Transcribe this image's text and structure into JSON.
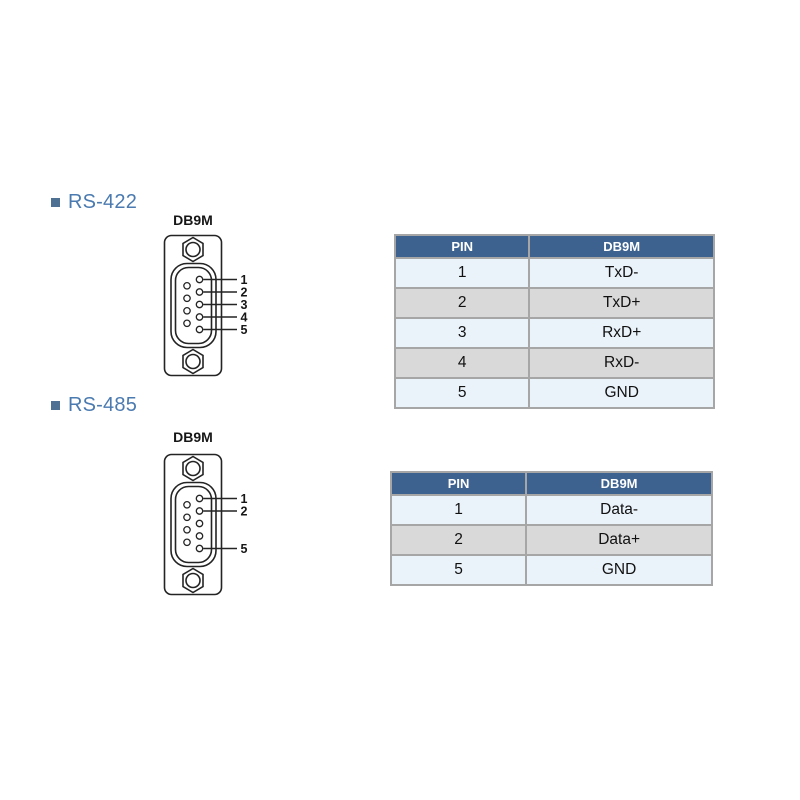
{
  "colors": {
    "heading_text": "#4a7ab0",
    "heading_bullet": "#4e7093",
    "table_header_bg": "#3e6290",
    "table_header_text": "#ffffff",
    "row_light_blue": "#eaf2fa",
    "row_gray": "#d9d9d9",
    "table_border": "#a6a6a6",
    "diagram_stroke": "#242424",
    "background": "#ffffff"
  },
  "sections": [
    {
      "heading": "RS-422",
      "connector": {
        "label": "DB9M",
        "pin_labels": [
          "1",
          "2",
          "3",
          "4",
          "5"
        ]
      },
      "table": {
        "headers": [
          "PIN",
          "DB9M"
        ],
        "rows": [
          [
            "1",
            "TxD-"
          ],
          [
            "2",
            "TxD+"
          ],
          [
            "3",
            "RxD+"
          ],
          [
            "4",
            "RxD-"
          ],
          [
            "5",
            "GND"
          ]
        ]
      }
    },
    {
      "heading": "RS-485",
      "connector": {
        "label": "DB9M",
        "pin_labels": [
          "1",
          "2",
          "5"
        ]
      },
      "table": {
        "headers": [
          "PIN",
          "DB9M"
        ],
        "rows": [
          [
            "1",
            "Data-"
          ],
          [
            "2",
            "Data+"
          ],
          [
            "5",
            "GND"
          ]
        ]
      }
    }
  ]
}
